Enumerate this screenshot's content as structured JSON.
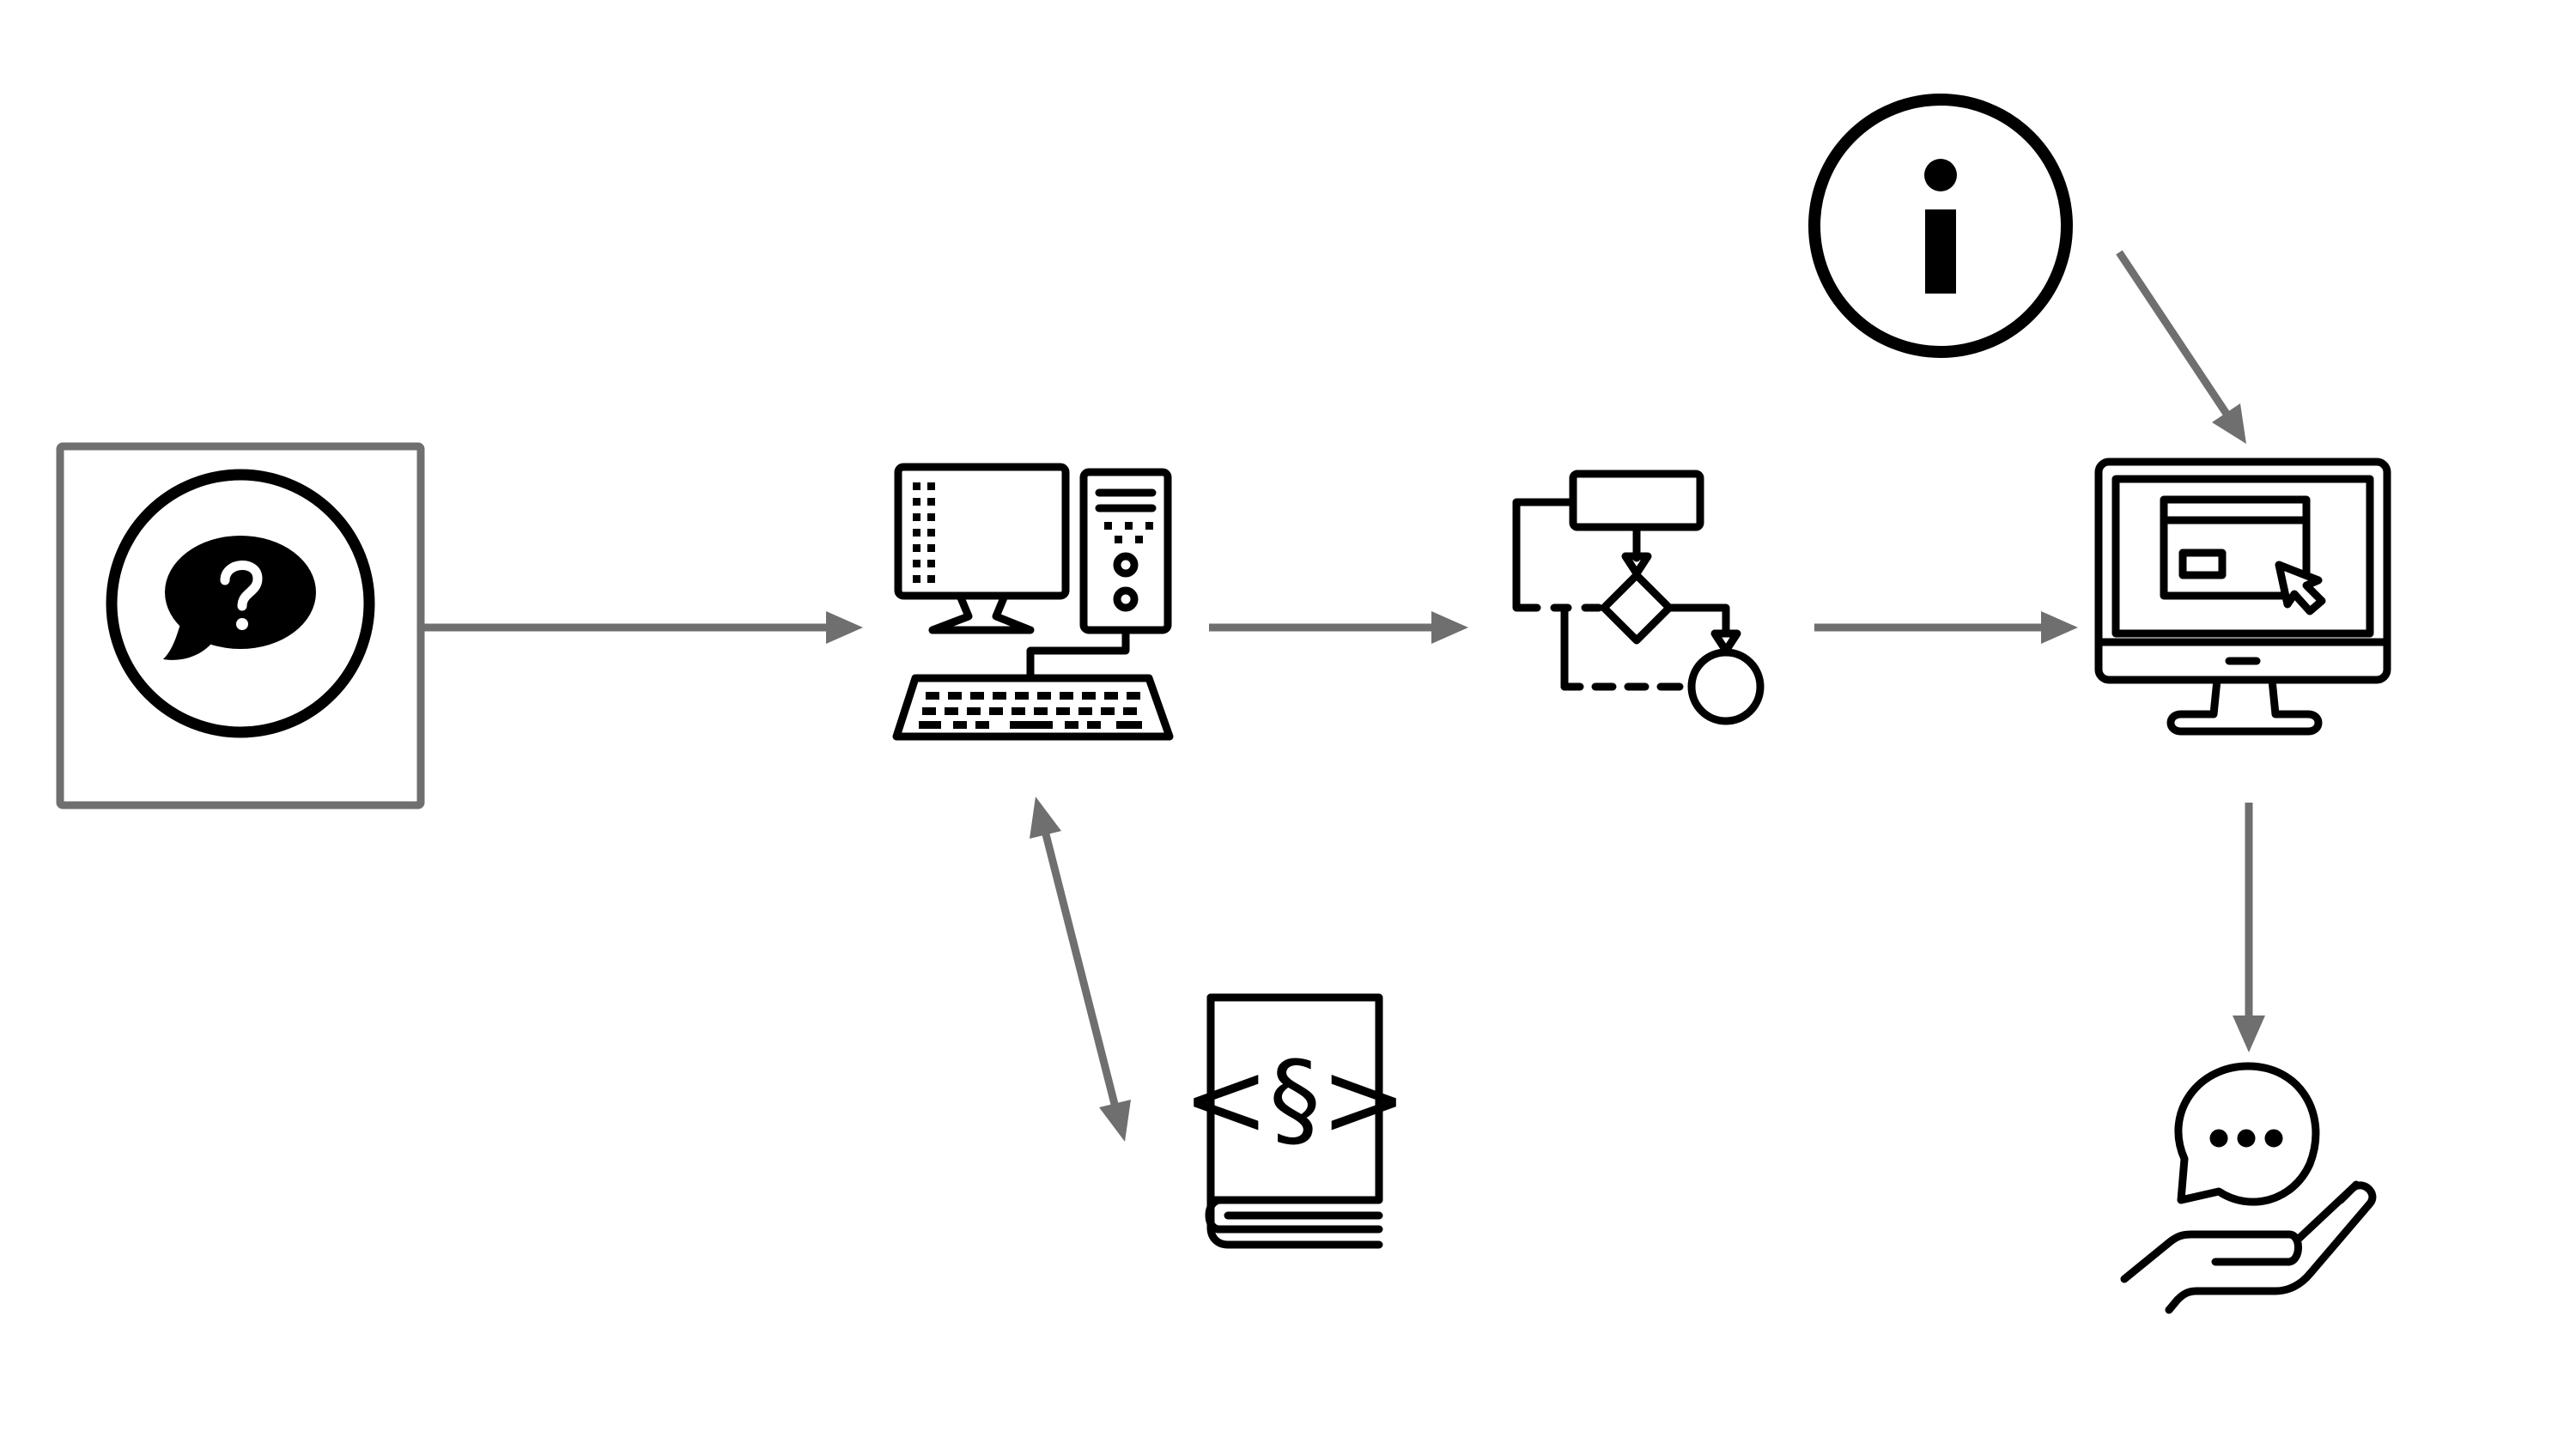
{
  "diagram": {
    "nodes": [
      {
        "id": "question",
        "icon": "question-speech-bubble-icon"
      },
      {
        "id": "computer",
        "icon": "desktop-computer-icon"
      },
      {
        "id": "flowchart",
        "icon": "flowchart-icon"
      },
      {
        "id": "monitor",
        "icon": "monitor-web-interface-icon"
      },
      {
        "id": "info",
        "icon": "info-icon"
      },
      {
        "id": "law-book",
        "icon": "law-book-icon"
      },
      {
        "id": "answer",
        "icon": "hand-speech-bubble-icon"
      }
    ],
    "edges": [
      {
        "from": "question",
        "to": "computer",
        "direction": "forward"
      },
      {
        "from": "computer",
        "to": "flowchart",
        "direction": "forward"
      },
      {
        "from": "flowchart",
        "to": "monitor",
        "direction": "forward"
      },
      {
        "from": "info",
        "to": "monitor",
        "direction": "forward"
      },
      {
        "from": "monitor",
        "to": "answer",
        "direction": "forward"
      },
      {
        "from": "computer",
        "to": "law-book",
        "direction": "both"
      }
    ],
    "law_book_text": "<§>",
    "colors": {
      "icon": "#000000",
      "arrow": "#6f6f6f",
      "frame": "#6f6f6f",
      "background": "#ffffff"
    }
  }
}
